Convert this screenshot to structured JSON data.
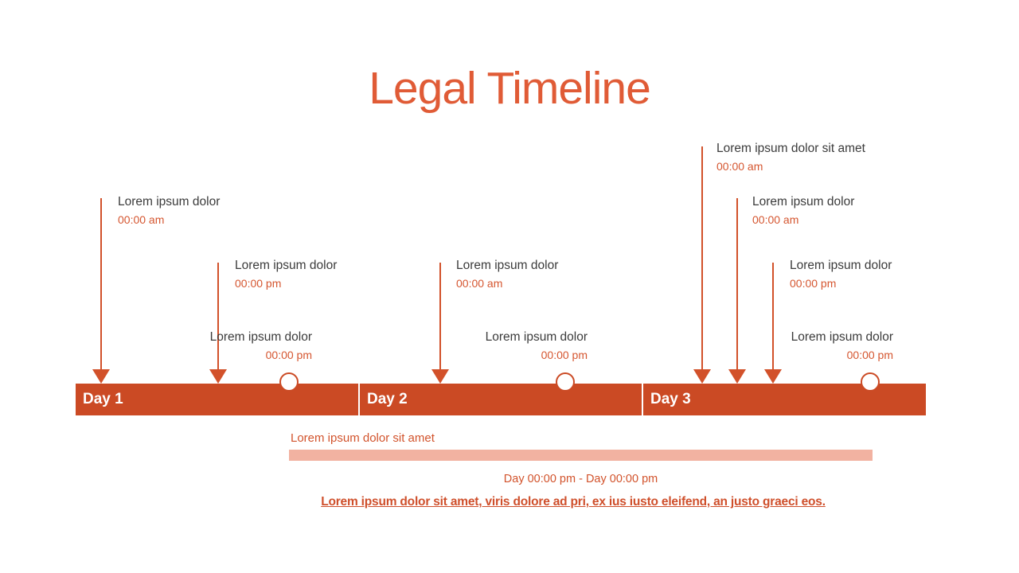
{
  "slide": {
    "title": "Legal Timeline",
    "footer": "Lorem ipsum dolor sit amet, viris dolore ad pri, ex ius iusto eleifend, an justo graeci eos."
  },
  "timeline": {
    "days": [
      {
        "label": "Day 1"
      },
      {
        "label": "Day 2"
      },
      {
        "label": "Day 3"
      }
    ]
  },
  "events": [
    {
      "day": "Day 1",
      "label": "Lorem ipsum dolor",
      "time": "00:00 am"
    },
    {
      "day": "Day 1",
      "label": "Lorem ipsum dolor",
      "time": "00:00 pm"
    },
    {
      "day": "Day 2",
      "label": "Lorem ipsum dolor",
      "time": "00:00 am"
    },
    {
      "day": "Day 3",
      "label": "Lorem ipsum dolor sit amet",
      "time": "00:00 am"
    },
    {
      "day": "Day 3",
      "label": "Lorem ipsum dolor",
      "time": "00:00 am"
    },
    {
      "day": "Day 3",
      "label": "Lorem ipsum dolor",
      "time": "00:00 pm"
    }
  ],
  "milestones": [
    {
      "day": "Day 1",
      "label": "Lorem ipsum dolor",
      "time": "00:00 pm"
    },
    {
      "day": "Day 2",
      "label": "Lorem ipsum dolor",
      "time": "00:00 pm"
    },
    {
      "day": "Day 3",
      "label": "Lorem ipsum dolor",
      "time": "00:00 pm"
    }
  ],
  "span": {
    "label": "Lorem ipsum dolor sit amet",
    "range": "Day 00:00 pm - Day 00:00 pm"
  },
  "colors": {
    "title": "#E05B36",
    "bar": "#CB4A24",
    "accent": "#D2512A",
    "time_text": "#D55630",
    "label_text": "#3B3B3B",
    "duration_bar": "#F2B2A1"
  }
}
